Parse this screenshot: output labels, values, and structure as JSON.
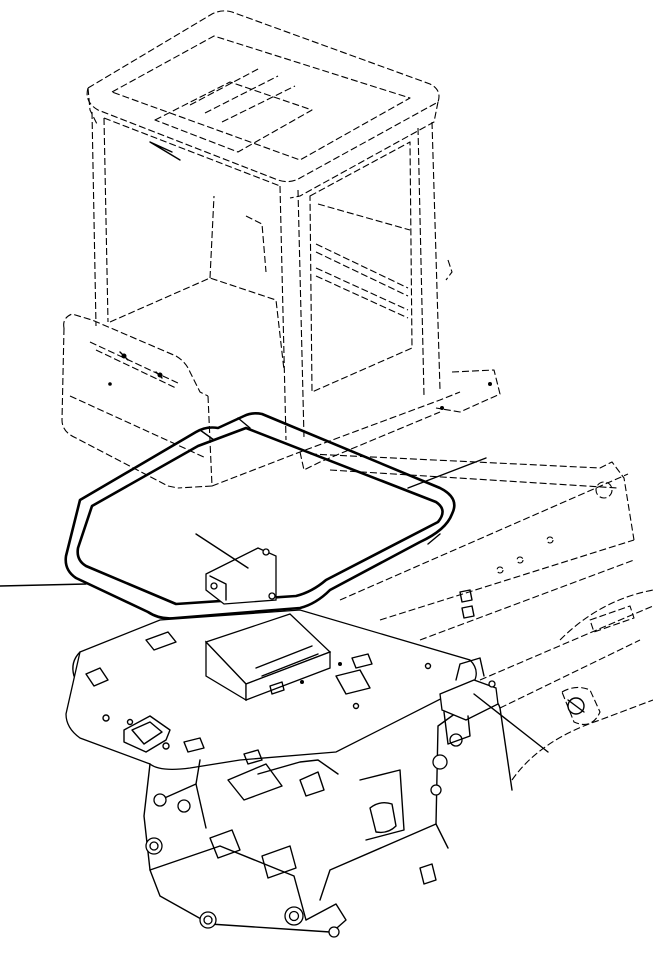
{
  "figure": {
    "lineColor": "#000000",
    "backgroundColor": "#ffffff",
    "parts": [
      "operator-cab",
      "cab-seal-gasket",
      "floor-plate",
      "cab-support-frame",
      "boom-arm",
      "mounting-bracket"
    ]
  }
}
